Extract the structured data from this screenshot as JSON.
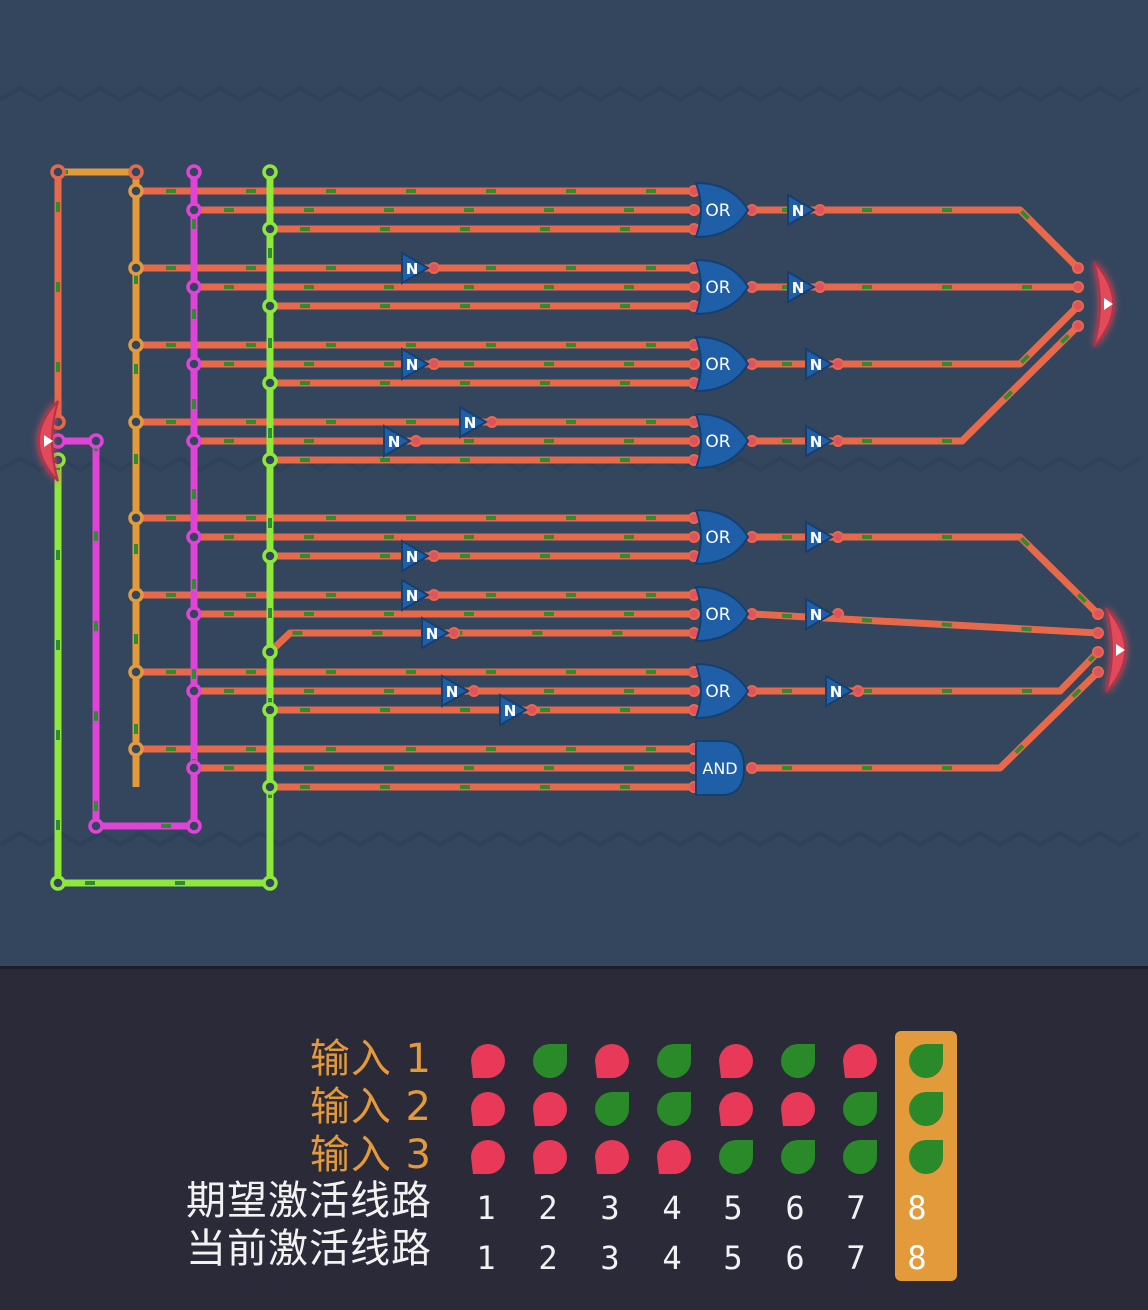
{
  "colors": {
    "background": "#33465e",
    "panel": "#2b2a38",
    "wire": "#e8694a",
    "wire_dash": "#2e8b2e",
    "bus_orange": "#e39a3b",
    "bus_magenta": "#e044d6",
    "bus_lime": "#8ee83a",
    "gate": "#1e5fa8",
    "gate_text": "#ffffff",
    "io_port": "#e04a5a",
    "lamp_on": "#2a8a2a",
    "lamp_off": "#e83a58",
    "highlight": "#e39a3b"
  },
  "circuit": {
    "input_port_icon": "play-arrow-icon",
    "output_port_icon": "play-arrow-icon",
    "gates": [
      {
        "label": "OR"
      },
      {
        "label": "OR"
      },
      {
        "label": "OR"
      },
      {
        "label": "OR"
      },
      {
        "label": "OR"
      },
      {
        "label": "OR"
      },
      {
        "label": "OR"
      },
      {
        "label": "AND"
      }
    ],
    "not_gate_label": "N"
  },
  "truth_table": {
    "rows": [
      {
        "label": "输入 1",
        "states": [
          "off",
          "on",
          "off",
          "on",
          "off",
          "on",
          "off",
          "on"
        ]
      },
      {
        "label": "输入 2",
        "states": [
          "off",
          "off",
          "on",
          "on",
          "off",
          "off",
          "on",
          "on"
        ]
      },
      {
        "label": "输入 3",
        "states": [
          "off",
          "off",
          "off",
          "off",
          "on",
          "on",
          "on",
          "on"
        ]
      }
    ],
    "expected_label": "期望激活线路",
    "current_label": "当前激活线路",
    "expected": [
      "1",
      "2",
      "3",
      "4",
      "5",
      "6",
      "7",
      "8"
    ],
    "current": [
      "1",
      "2",
      "3",
      "4",
      "5",
      "6",
      "7",
      "8"
    ],
    "highlight_column": 8
  }
}
